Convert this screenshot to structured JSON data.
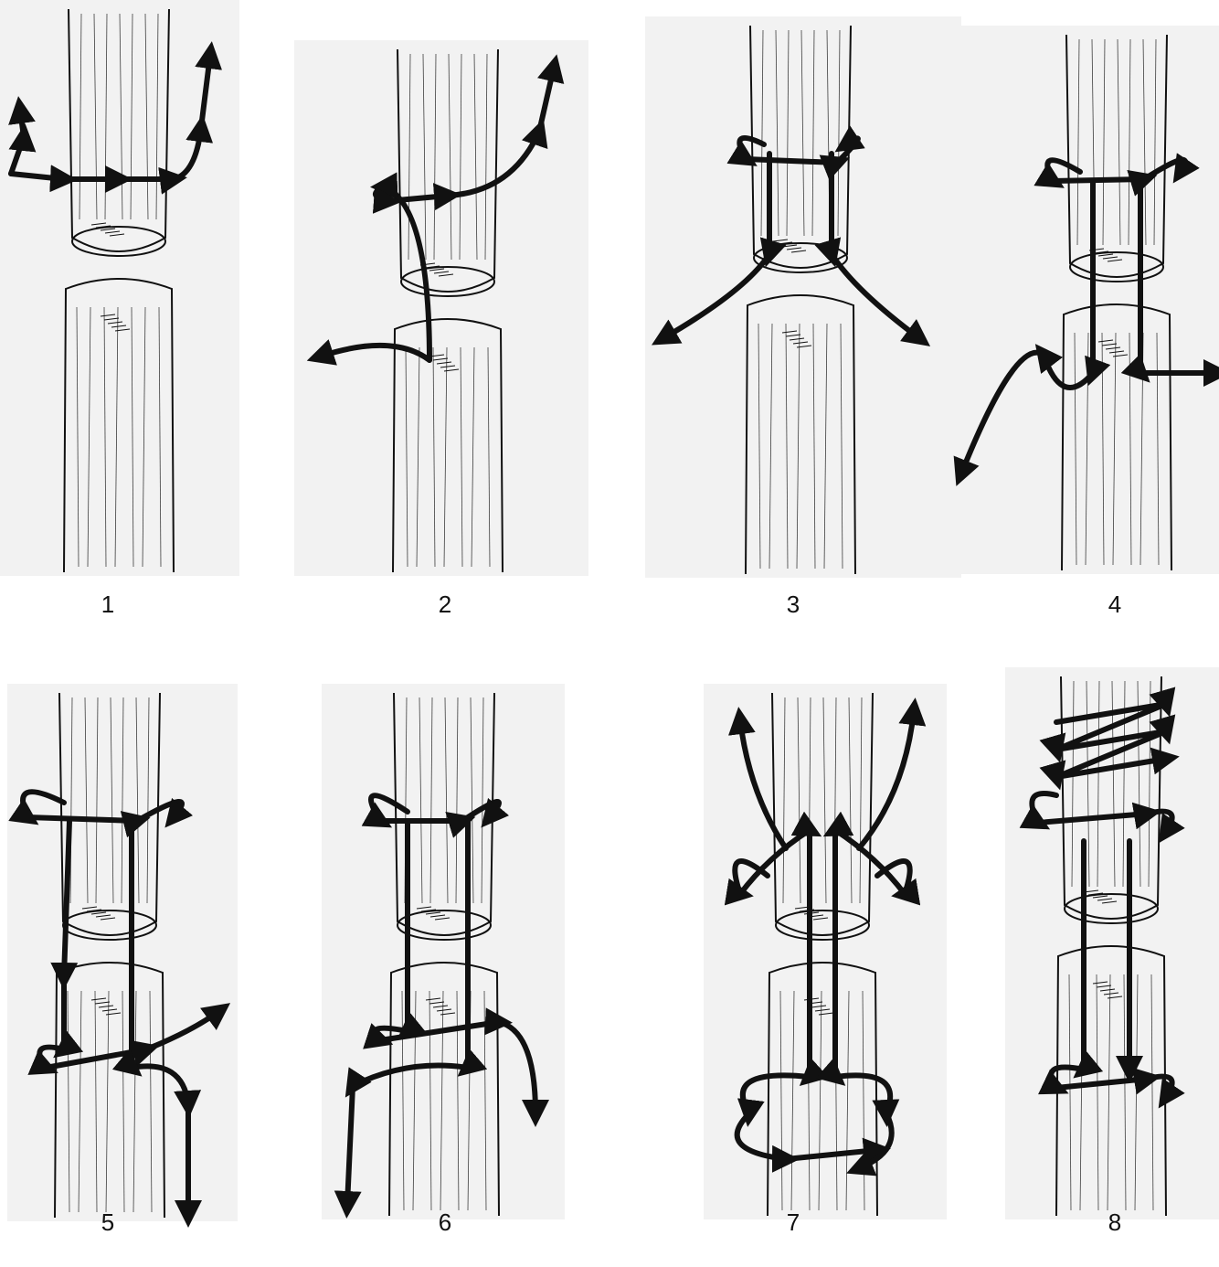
{
  "figure": {
    "steps": [
      {
        "number": "1"
      },
      {
        "number": "2"
      },
      {
        "number": "3"
      },
      {
        "number": "4"
      },
      {
        "number": "5"
      },
      {
        "number": "6"
      },
      {
        "number": "7"
      },
      {
        "number": "8"
      }
    ]
  },
  "colors": {
    "paper": "#f2f2f2",
    "ink": "#111111"
  }
}
